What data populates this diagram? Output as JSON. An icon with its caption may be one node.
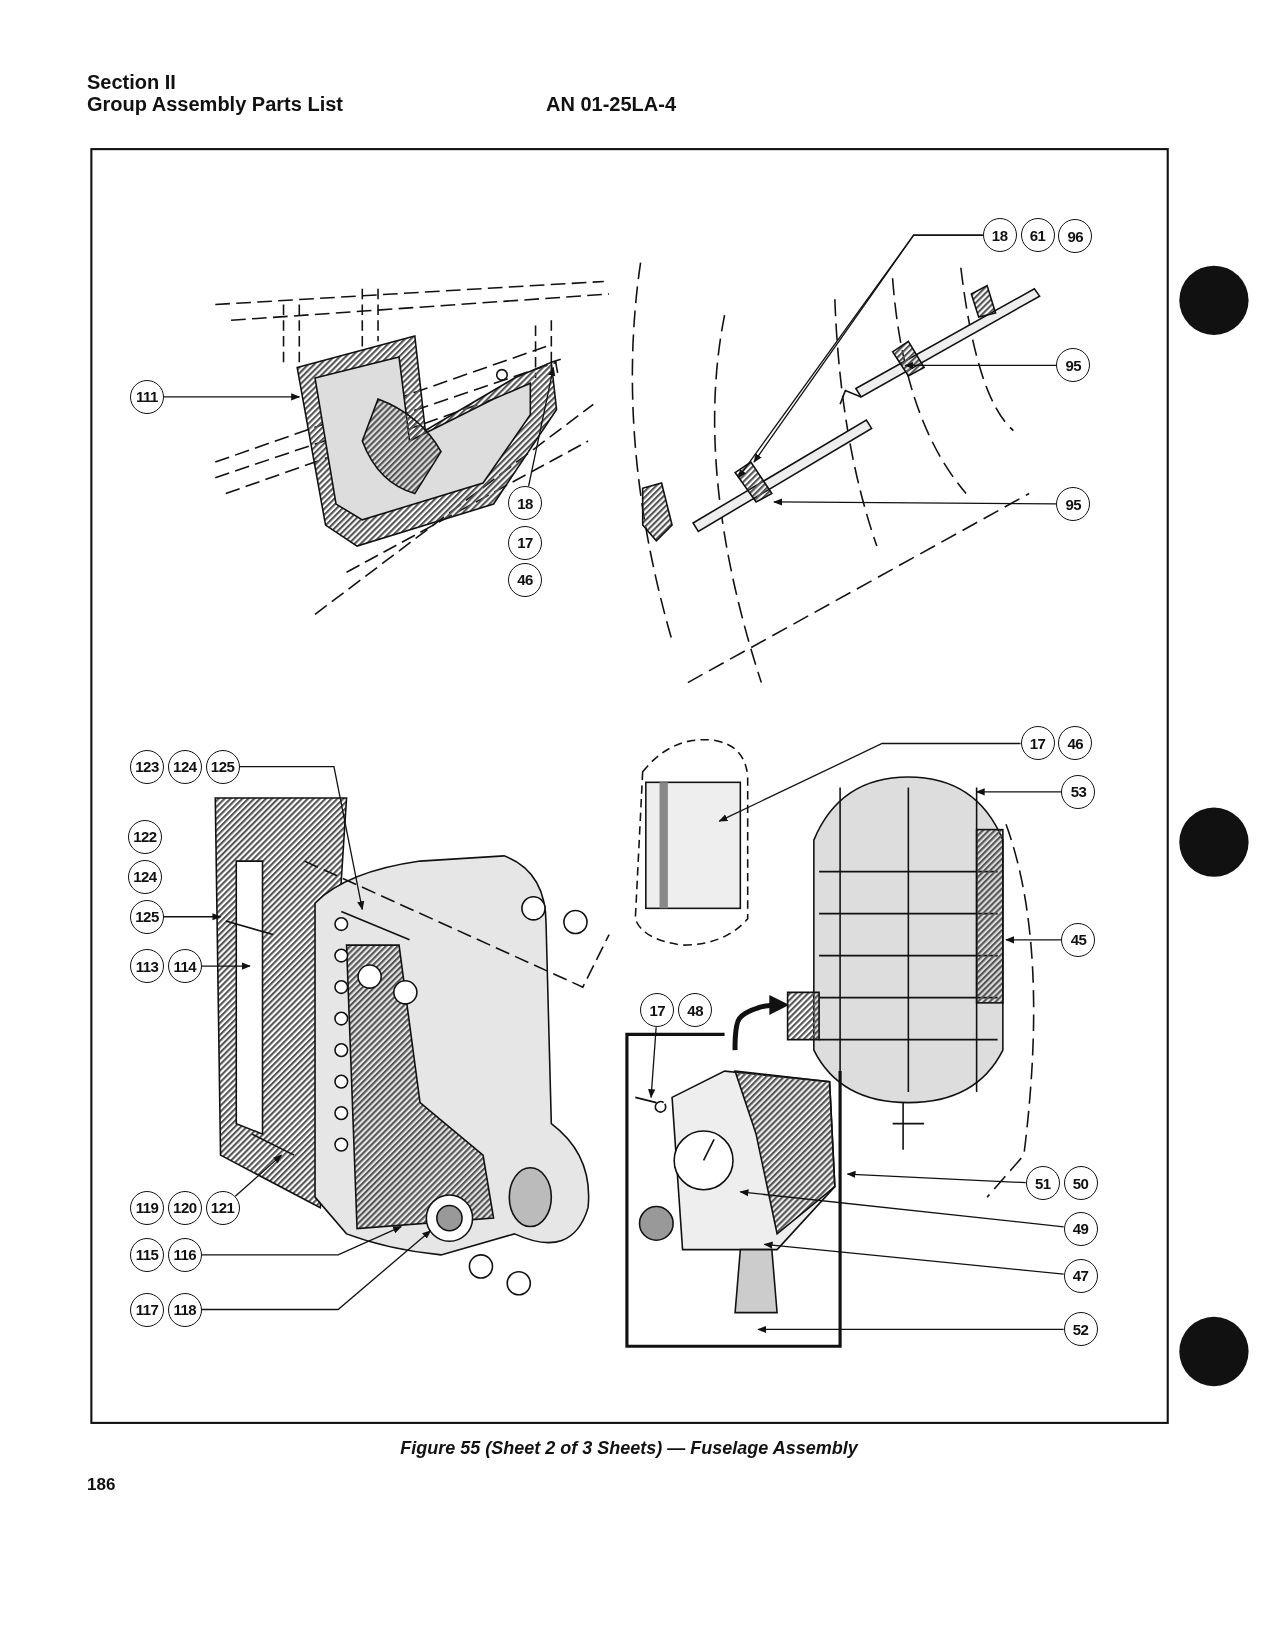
{
  "diagram": {
    "caption": "Figure 55 (Sheet 2 of 3 Sheets) — Fuselage Assembly",
    "nodes": [
      {
        "text": [
          "111"
        ]
      },
      {
        "text": [
          "18"
        ]
      },
      {
        "text": [
          "17"
        ]
      },
      {
        "text": [
          "46"
        ]
      },
      {
        "text": [
          "18"
        ]
      },
      {
        "text": [
          "61"
        ]
      },
      {
        "text": [
          "96"
        ]
      },
      {
        "text": [
          "95"
        ]
      },
      {
        "text": [
          "95"
        ]
      },
      {
        "text": [
          "123"
        ]
      },
      {
        "text": [
          "124"
        ]
      },
      {
        "text": [
          "125"
        ]
      },
      {
        "text": [
          "122"
        ]
      },
      {
        "text": [
          "124"
        ]
      },
      {
        "text": [
          "125"
        ]
      },
      {
        "text": [
          "113"
        ]
      },
      {
        "text": [
          "114"
        ]
      },
      {
        "text": [
          "119"
        ]
      },
      {
        "text": [
          "120"
        ]
      },
      {
        "text": [
          "121"
        ]
      },
      {
        "text": [
          "115"
        ]
      },
      {
        "text": [
          "116"
        ]
      },
      {
        "text": [
          "117"
        ]
      },
      {
        "text": [
          "118"
        ]
      },
      {
        "text": [
          "17"
        ]
      },
      {
        "text": [
          "46"
        ]
      },
      {
        "text": [
          "53"
        ]
      },
      {
        "text": [
          "45"
        ]
      },
      {
        "text": [
          "17"
        ]
      },
      {
        "text": [
          "48"
        ]
      },
      {
        "text": [
          "51"
        ]
      },
      {
        "text": [
          "50"
        ]
      },
      {
        "text": [
          "49"
        ]
      },
      {
        "text": [
          "47"
        ]
      },
      {
        "text": [
          "52"
        ]
      },
      {
        "text": [],
        "shape": "picture"
      },
      {
        "text": [],
        "shape": "picture"
      },
      {
        "text": [],
        "shape": "picture"
      },
      {
        "text": [],
        "shape": "picture"
      },
      {
        "text": [],
        "shape": "picture"
      },
      {
        "text": [],
        "shape": "picture"
      }
    ],
    "edges": [
      {
        "from": 0,
        "to": 35,
        "arrow": "to"
      },
      {
        "from": 1,
        "to": 35,
        "arrow": "to"
      },
      {
        "from": 4,
        "to": 36,
        "arrow": "to"
      },
      {
        "from": 4,
        "to": 36,
        "arrow": "to"
      },
      {
        "from": 7,
        "to": 36,
        "arrow": "to"
      },
      {
        "from": 8,
        "to": 36,
        "arrow": "to"
      },
      {
        "from": 11,
        "to": 37,
        "arrow": "to"
      },
      {
        "from": 14,
        "to": 37,
        "arrow": "to"
      },
      {
        "from": 16,
        "to": 37,
        "arrow": "to"
      },
      {
        "from": 19,
        "to": 37,
        "arrow": "to"
      },
      {
        "from": 21,
        "to": 37,
        "arrow": "to"
      },
      {
        "from": 23,
        "to": 37,
        "arrow": "to"
      },
      {
        "from": 24,
        "to": 38,
        "arrow": "to"
      },
      {
        "from": 26,
        "to": 39,
        "arrow": "to"
      },
      {
        "from": 27,
        "to": 39,
        "arrow": "to"
      },
      {
        "from": 28,
        "to": 40,
        "arrow": "to"
      },
      {
        "from": 30,
        "to": 40,
        "arrow": "to"
      },
      {
        "from": 32,
        "to": 40,
        "arrow": "to"
      },
      {
        "from": 33,
        "to": 40,
        "arrow": "to"
      },
      {
        "from": 34,
        "to": 40,
        "arrow": "to"
      },
      {
        "from": 40,
        "to": 39,
        "arrow": "to",
        "style": "thick"
      }
    ],
    "labels": [
      "Section II",
      "Group Assembly Parts List",
      "AN 01-25LA-4",
      "186"
    ]
  }
}
